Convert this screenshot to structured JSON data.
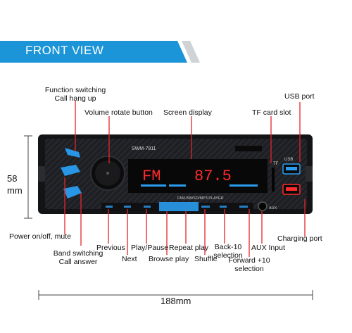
{
  "banner": {
    "title": "FRONT VIEW"
  },
  "device": {
    "model": "SWM-7811",
    "subtitle": "FM/USB/SD/MP3  PLAYER",
    "display_mode": "FM",
    "display_freq": "87.5",
    "tf_label": "TF",
    "usb_label": "USB",
    "aux_label": "AUX",
    "colors": {
      "body": "#1c1d20",
      "accent_blue": "#2a9df0",
      "display_red": "#ff2a2a",
      "pointer": "#e3262b"
    }
  },
  "labels": {
    "function_switching": "Function switching",
    "call_hang_up": "Call hang up",
    "volume_rotate": "Volume rotate button",
    "screen_display": "Screen display",
    "tf_card_slot": "TF card slot",
    "usb_port": "USB port",
    "power": "Power on/off, mute",
    "band_switching": "Band switching",
    "call_answer": "Call answer",
    "previous": "Previous",
    "next": "Next",
    "play_pause": "Play/Pause",
    "browse_play": "Browse play",
    "repeat_play": "Repeat play",
    "shuffle": "Shuffle",
    "back10_a": "Back-10",
    "back10_b": "selection",
    "fwd10_a": "Forward +10",
    "fwd10_b": "selection",
    "aux_input": "AUX Input",
    "charging_port": "Charging port"
  },
  "dimensions": {
    "height_value": "58",
    "height_unit": "mm",
    "width": "188mm"
  }
}
